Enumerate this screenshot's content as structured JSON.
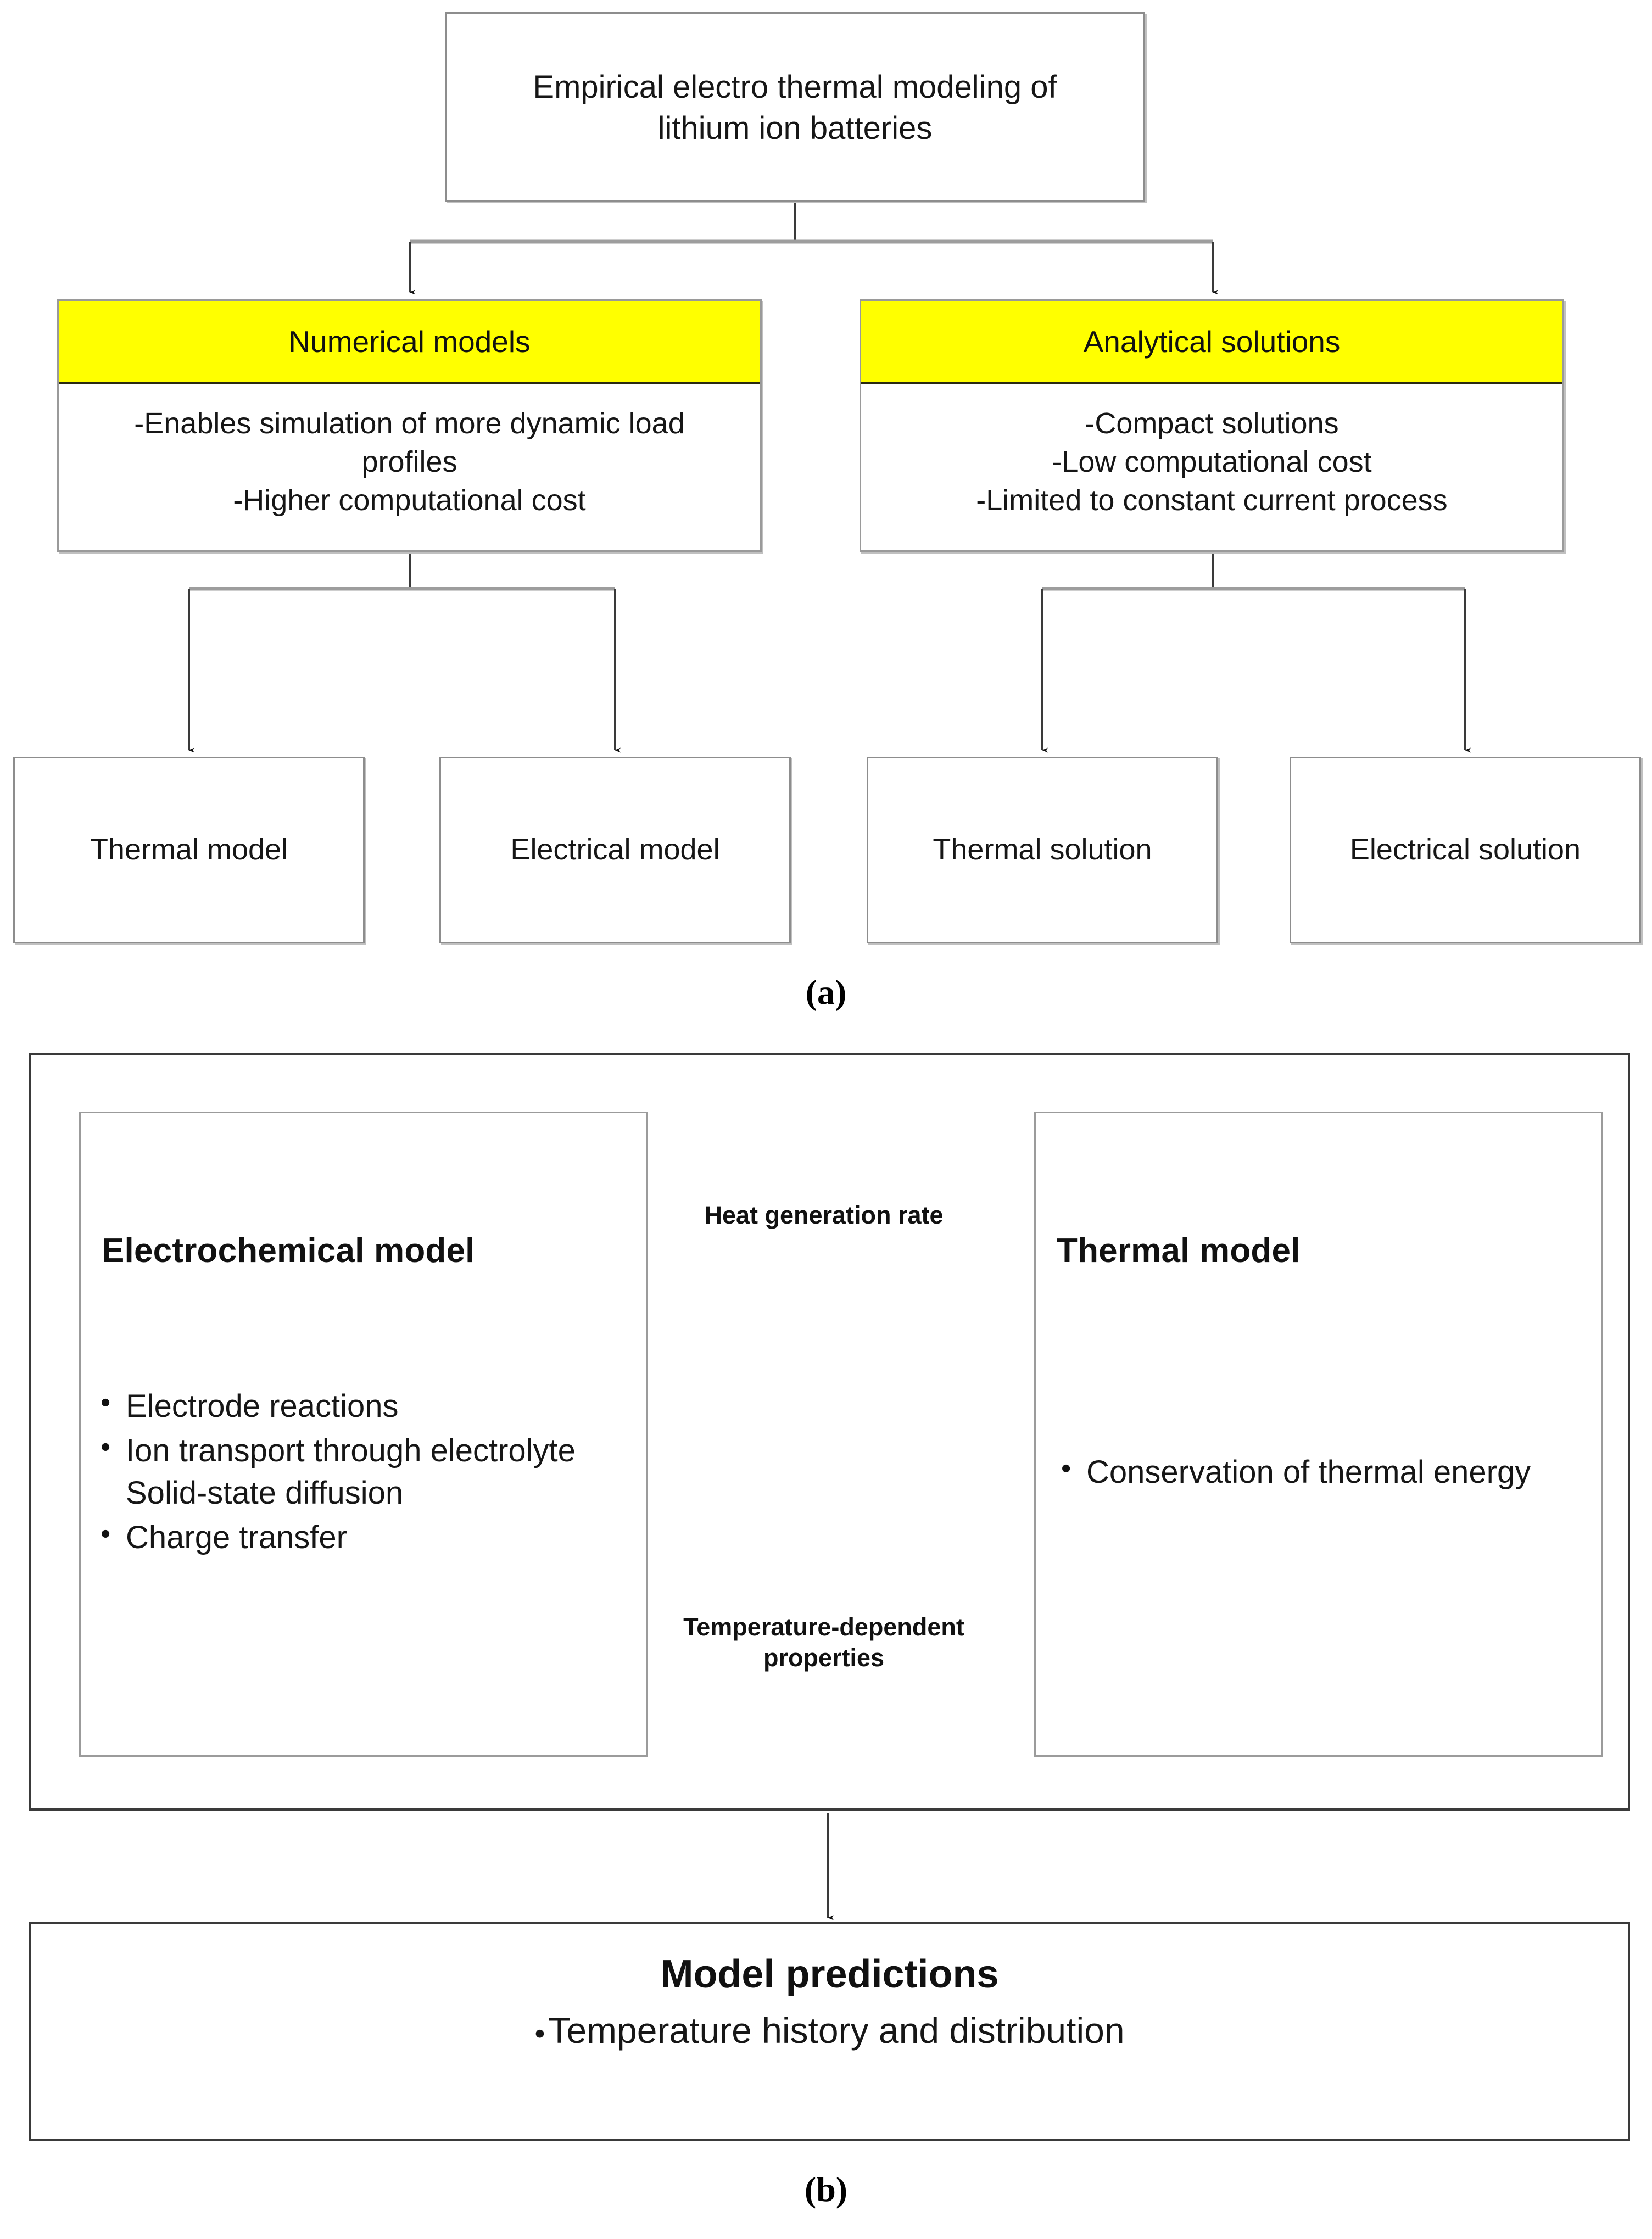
{
  "panel_a": {
    "caption": "(a)",
    "root": {
      "line1": "Empirical electro thermal modeling of",
      "line2": "lithium ion batteries"
    },
    "branches": [
      {
        "header": "Numerical models",
        "header_color": "#FFFF00",
        "bullets": [
          "-Enables simulation of more dynamic load",
          "profiles",
          "-Higher computational cost"
        ],
        "children": [
          "Thermal model",
          "Electrical model"
        ]
      },
      {
        "header": "Analytical solutions",
        "header_color": "#FFFF00",
        "bullets": [
          "-Compact solutions",
          "-Low computational cost",
          "-Limited to constant current process"
        ],
        "children": [
          "Thermal solution",
          "Electrical solution"
        ]
      }
    ],
    "leaves": {
      "thermal_model": "Thermal model",
      "electrical_model": "Electrical model",
      "thermal_solution": "Thermal solution",
      "electrical_solution": "Electrical solution"
    }
  },
  "panel_b": {
    "caption": "(b)",
    "electrochemical": {
      "title": "Electrochemical model",
      "items": [
        "Electrode reactions",
        "Ion transport through electrolyte Solid-state diffusion",
        "Charge transfer"
      ]
    },
    "thermal": {
      "title": "Thermal model",
      "items": [
        "Conservation of thermal energy"
      ]
    },
    "arrows": {
      "heat_label": "Heat generation rate",
      "temperature_label_line1": "Temperature-dependent",
      "temperature_label_line2": "properties"
    },
    "predictions": {
      "title": "Model predictions",
      "bullet": "•",
      "item": "Temperature history and distribution"
    }
  }
}
